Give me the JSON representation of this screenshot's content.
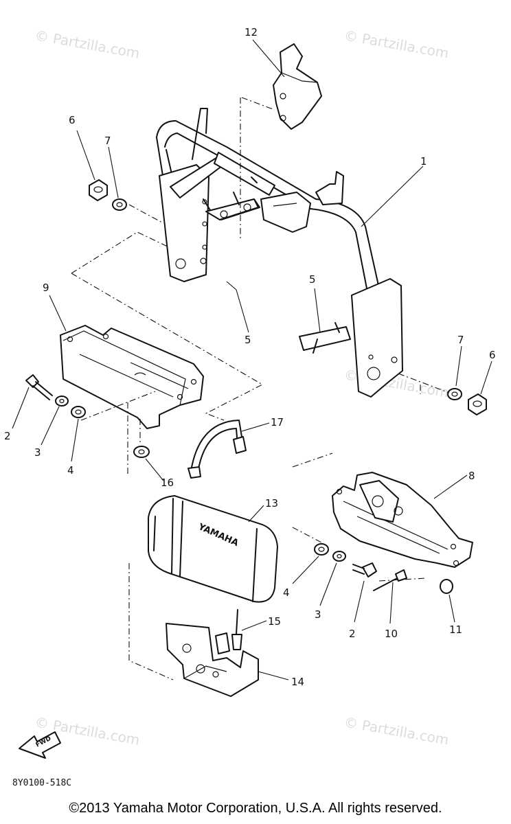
{
  "diagram": {
    "callouts": [
      {
        "id": "c12a",
        "label": "12"
      },
      {
        "id": "c1",
        "label": "1"
      },
      {
        "id": "c6a",
        "label": "6"
      },
      {
        "id": "c7a",
        "label": "7"
      },
      {
        "id": "c9",
        "label": "9"
      },
      {
        "id": "c5a",
        "label": "5"
      },
      {
        "id": "c5b",
        "label": "5"
      },
      {
        "id": "c7b",
        "label": "7"
      },
      {
        "id": "c6b",
        "label": "6"
      },
      {
        "id": "c2a",
        "label": "2"
      },
      {
        "id": "c3a",
        "label": "3"
      },
      {
        "id": "c4a",
        "label": "4"
      },
      {
        "id": "c17",
        "label": "17"
      },
      {
        "id": "c16",
        "label": "16"
      },
      {
        "id": "c8",
        "label": "8"
      },
      {
        "id": "c13",
        "label": "13"
      },
      {
        "id": "c4b",
        "label": "4"
      },
      {
        "id": "c3b",
        "label": "3"
      },
      {
        "id": "c2b",
        "label": "2"
      },
      {
        "id": "c10",
        "label": "10"
      },
      {
        "id": "c11",
        "label": "11"
      },
      {
        "id": "c15",
        "label": "15"
      },
      {
        "id": "c14",
        "label": "14"
      }
    ],
    "fwd_label": "FWD",
    "box_lettering": "YAMAHA",
    "diagram_code": "8Y0100-518C",
    "watermark": "© Partzilla.com"
  },
  "footer": {
    "copyright": "©2013 Yamaha Motor Corporation, U.S.A. All rights reserved."
  },
  "colors": {
    "ink": "#111111",
    "background": "#ffffff",
    "watermark": "#dcdcdc"
  }
}
